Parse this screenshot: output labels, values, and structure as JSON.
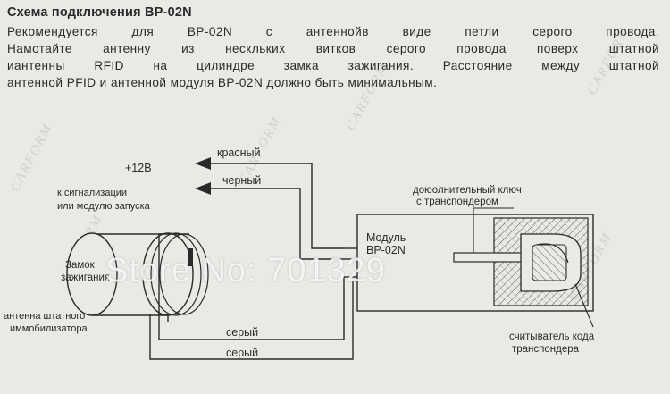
{
  "document": {
    "title": "Схема подключения BP-02N",
    "paragraph_lines": [
      "Рекомендуется для BP-02N с антеннойв виде петли серого провода.",
      "Намотайте антенну из нескльких витков серого провода поверх штатной",
      "иантенны RFID на цилиндре замка зажигания. Расстояние между штатной",
      "антенной PFID и антенной модуля BP-02N должно быть минимальным."
    ]
  },
  "diagram": {
    "label_plus12": "+12В",
    "label_red": "красный",
    "label_black": "черный",
    "label_alarm_1": "к сигнализации",
    "label_alarm_2": "или модулю запуска",
    "label_lock_1": "Замок",
    "label_lock_2": "зажигания",
    "label_antenna_1": "антенна штатного",
    "label_antenna_2": "иммобилизатора",
    "label_grey_1": "серый",
    "label_grey_2": "серый",
    "label_module_1": "Модуль",
    "label_module_2": "BP-02N",
    "label_key_1": "доюолнительный ключ",
    "label_key_2": "с транспондером",
    "label_reader_1": "считыватель кода",
    "label_reader_2": "транспондера"
  },
  "watermark": {
    "store": "Store No: 701329",
    "brand": "CARFORM"
  },
  "colors": {
    "paper": "#e9e9e6",
    "ink": "#2a2a2a"
  }
}
